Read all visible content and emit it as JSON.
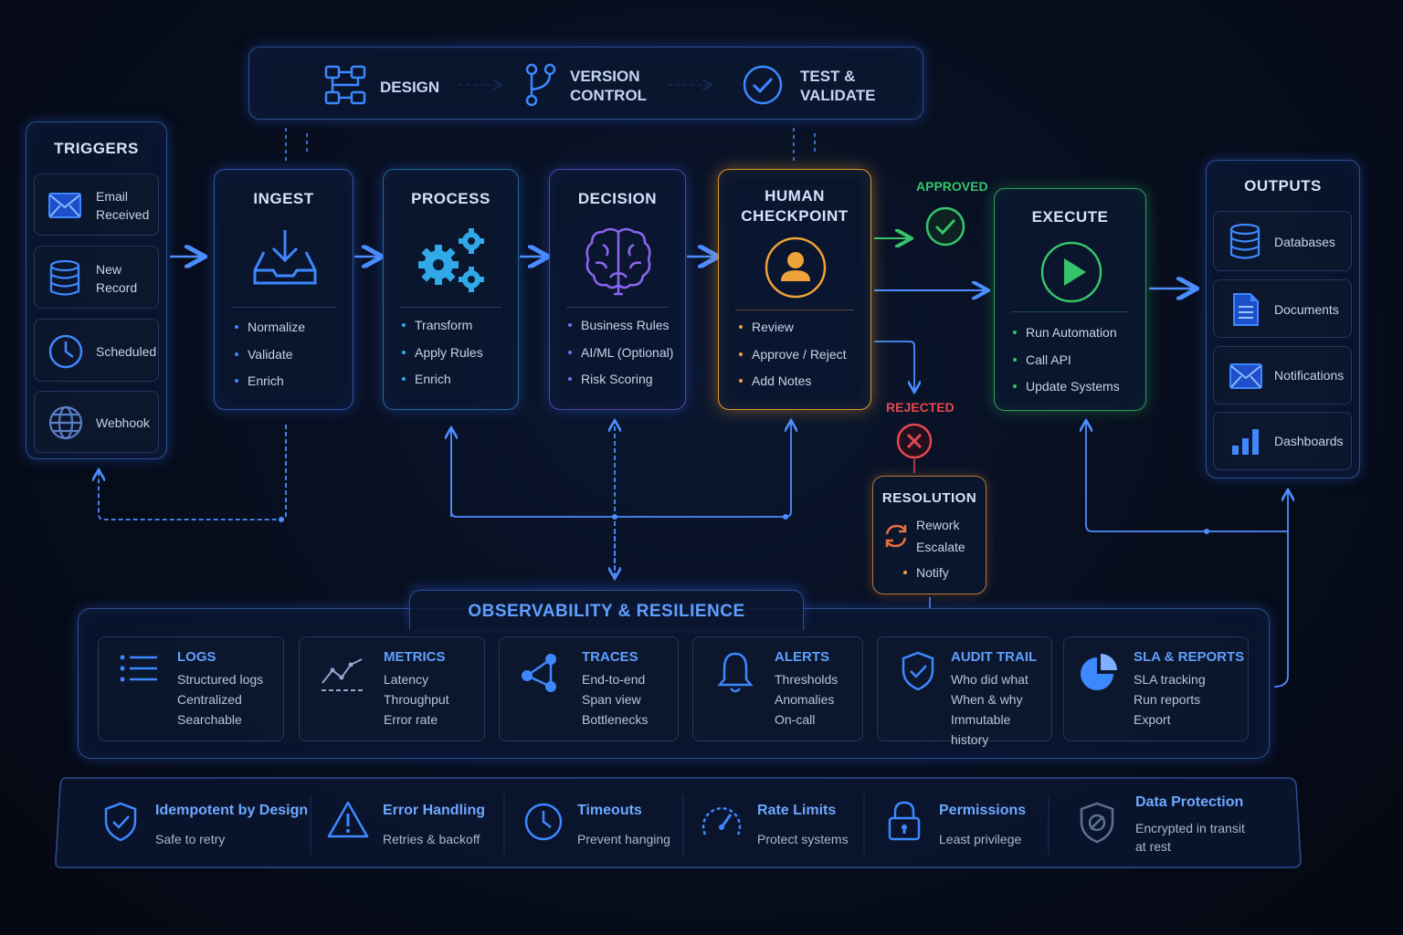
{
  "top_bar": {
    "design": "DESIGN",
    "version_1": "VERSION",
    "version_2": "CONTROL",
    "test_1": "TEST &",
    "test_2": "VALIDATE"
  },
  "triggers": {
    "title": "TRIGGERS",
    "items": [
      {
        "line1": "Email",
        "line2": "Received",
        "icon": "envelope-icon"
      },
      {
        "line1": "New",
        "line2": "Record",
        "icon": "database-icon"
      },
      {
        "line1": "Scheduled",
        "line2": "",
        "icon": "clock-icon"
      },
      {
        "line1": "Webhook",
        "line2": "",
        "icon": "globe-icon"
      }
    ]
  },
  "stages": [
    {
      "title": "INGEST",
      "items": [
        "Normalize",
        "Validate",
        "Enrich"
      ],
      "color": "#3d7dff"
    },
    {
      "title": "PROCESS",
      "items": [
        "Transform",
        "Apply Rules",
        "Enrich"
      ],
      "color": "#2fb0e6"
    },
    {
      "title": "DECISION",
      "items": [
        "Business Rules",
        "AI/ML (Optional)",
        "Risk Scoring"
      ],
      "color": "#8b66f0"
    },
    {
      "title_1": "HUMAN",
      "title_2": "CHECKPOINT",
      "items": [
        "Review",
        "Approve / Reject",
        "Add Notes"
      ],
      "color": "#f0a23a"
    },
    {
      "title": "EXECUTE",
      "items": [
        "Run Automation",
        "Call API",
        "Update Systems"
      ],
      "color": "#36c46a"
    }
  ],
  "approved_label": "APPROVED",
  "rejected_label": "REJECTED",
  "resolution": {
    "title": "RESOLUTION",
    "items": [
      "Rework",
      "Escalate",
      "Notify"
    ]
  },
  "outputs": {
    "title": "OUTPUTS",
    "items": [
      {
        "label": "Databases",
        "icon": "database-icon"
      },
      {
        "label": "Documents",
        "icon": "document-icon"
      },
      {
        "label": "Notifications",
        "icon": "envelope-icon"
      },
      {
        "label": "Dashboards",
        "icon": "bar-chart-icon"
      }
    ]
  },
  "observability": {
    "title": "OBSERVABILITY & RESILIENCE",
    "cards": [
      {
        "title": "LOGS",
        "lines": [
          "Structured logs",
          "Centralized",
          "Searchable"
        ],
        "icon": "list-icon"
      },
      {
        "title": "METRICS",
        "lines": [
          "Latency",
          "Throughput",
          "Error rate"
        ],
        "icon": "line-chart-icon"
      },
      {
        "title": "TRACES",
        "lines": [
          "End-to-end",
          "Span view",
          "Bottlenecks"
        ],
        "icon": "nodes-icon"
      },
      {
        "title": "ALERTS",
        "lines": [
          "Thresholds",
          "Anomalies",
          "On-call"
        ],
        "icon": "bell-icon"
      },
      {
        "title": "AUDIT TRAIL",
        "lines": [
          "Who did what",
          "When & why",
          "Immutable history"
        ],
        "icon": "shield-check-icon"
      },
      {
        "title": "SLA & REPORTS",
        "lines": [
          "SLA tracking",
          "Run reports",
          "Export"
        ],
        "icon": "pie-chart-icon"
      }
    ]
  },
  "principles": [
    {
      "title": "Idempotent by Design",
      "sub1": "Safe to retry",
      "sub2": "",
      "icon": "shield-check-icon"
    },
    {
      "title": "Error Handling",
      "sub1": "Retries & backoff",
      "sub2": "",
      "icon": "warning-icon"
    },
    {
      "title": "Timeouts",
      "sub1": "Prevent hanging",
      "sub2": "",
      "icon": "clock-icon"
    },
    {
      "title": "Rate Limits",
      "sub1": "Protect systems",
      "sub2": "",
      "icon": "gauge-icon"
    },
    {
      "title": "Permissions",
      "sub1": "Least privilege",
      "sub2": "",
      "icon": "lock-icon"
    },
    {
      "title": "Data Protection",
      "sub1": "Encrypted in transit",
      "sub2": "at rest",
      "icon": "shield-slash-icon"
    }
  ],
  "colors": {
    "blue": "#3d7dff",
    "teal": "#2fb0e6",
    "purple": "#8b66f0",
    "orange": "#f0a23a",
    "green": "#36c46a",
    "red": "#e5484d"
  }
}
